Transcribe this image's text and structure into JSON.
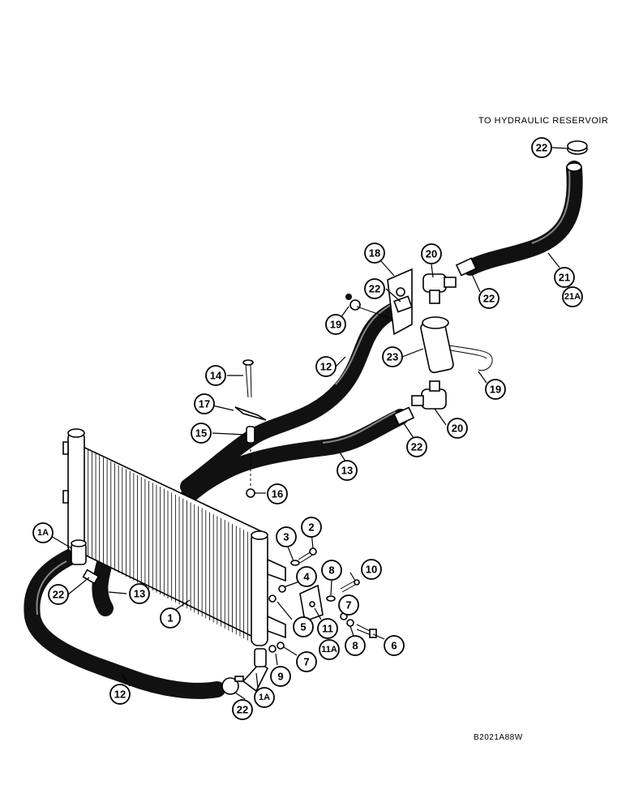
{
  "header_label": "TO HYDRAULIC RESERVOIR",
  "figure_code": "B2021A88W",
  "callouts": {
    "c22_top": "22",
    "c18": "18",
    "c20_top": "20",
    "c21": "21",
    "c21a": "21A",
    "c22_mid": "22",
    "c22_br": "22",
    "c19_left": "19",
    "c12_top": "12",
    "c23": "23",
    "c19_right": "19",
    "c14": "14",
    "c17": "17",
    "c15": "15",
    "c20_mid": "20",
    "c22_lower": "22",
    "c13_top": "13",
    "c16": "16",
    "c1a_left": "1A",
    "c2": "2",
    "c3": "3",
    "c10": "10",
    "c8_top": "8",
    "c4": "4",
    "c22_left": "22",
    "c13_left": "13",
    "c1": "1",
    "c7_top": "7",
    "c5": "5",
    "c11": "11",
    "c11a": "11A",
    "c8_bottom": "8",
    "c6": "6",
    "c7_bottom": "7",
    "c9": "9",
    "c12_bottom": "12",
    "c1a_bottom": "1A",
    "c22_bottom": "22"
  }
}
